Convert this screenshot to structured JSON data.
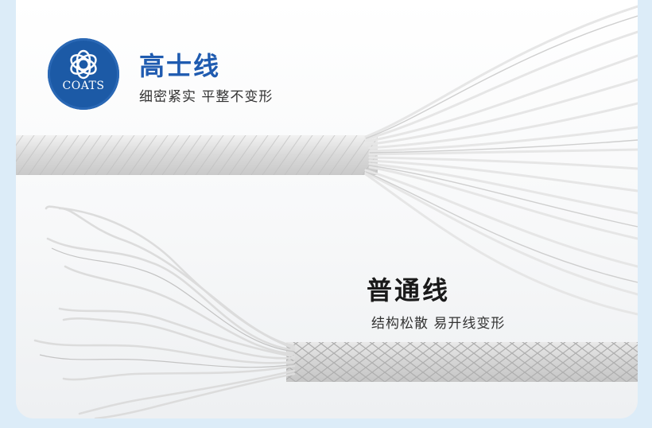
{
  "brand": {
    "logo_text": "COATS",
    "color": "#1c5aa6"
  },
  "premium": {
    "title": "高士线",
    "subtitle": "细密紧实 平整不变形",
    "title_color": "#1f5bb0"
  },
  "regular": {
    "title": "普通线",
    "subtitle": "结构松散 易开线变形",
    "title_color": "#1a1a1a"
  },
  "colors": {
    "page_background": "#dcecf8",
    "card_background": "#ffffff",
    "thread": "#e4e4e4"
  }
}
